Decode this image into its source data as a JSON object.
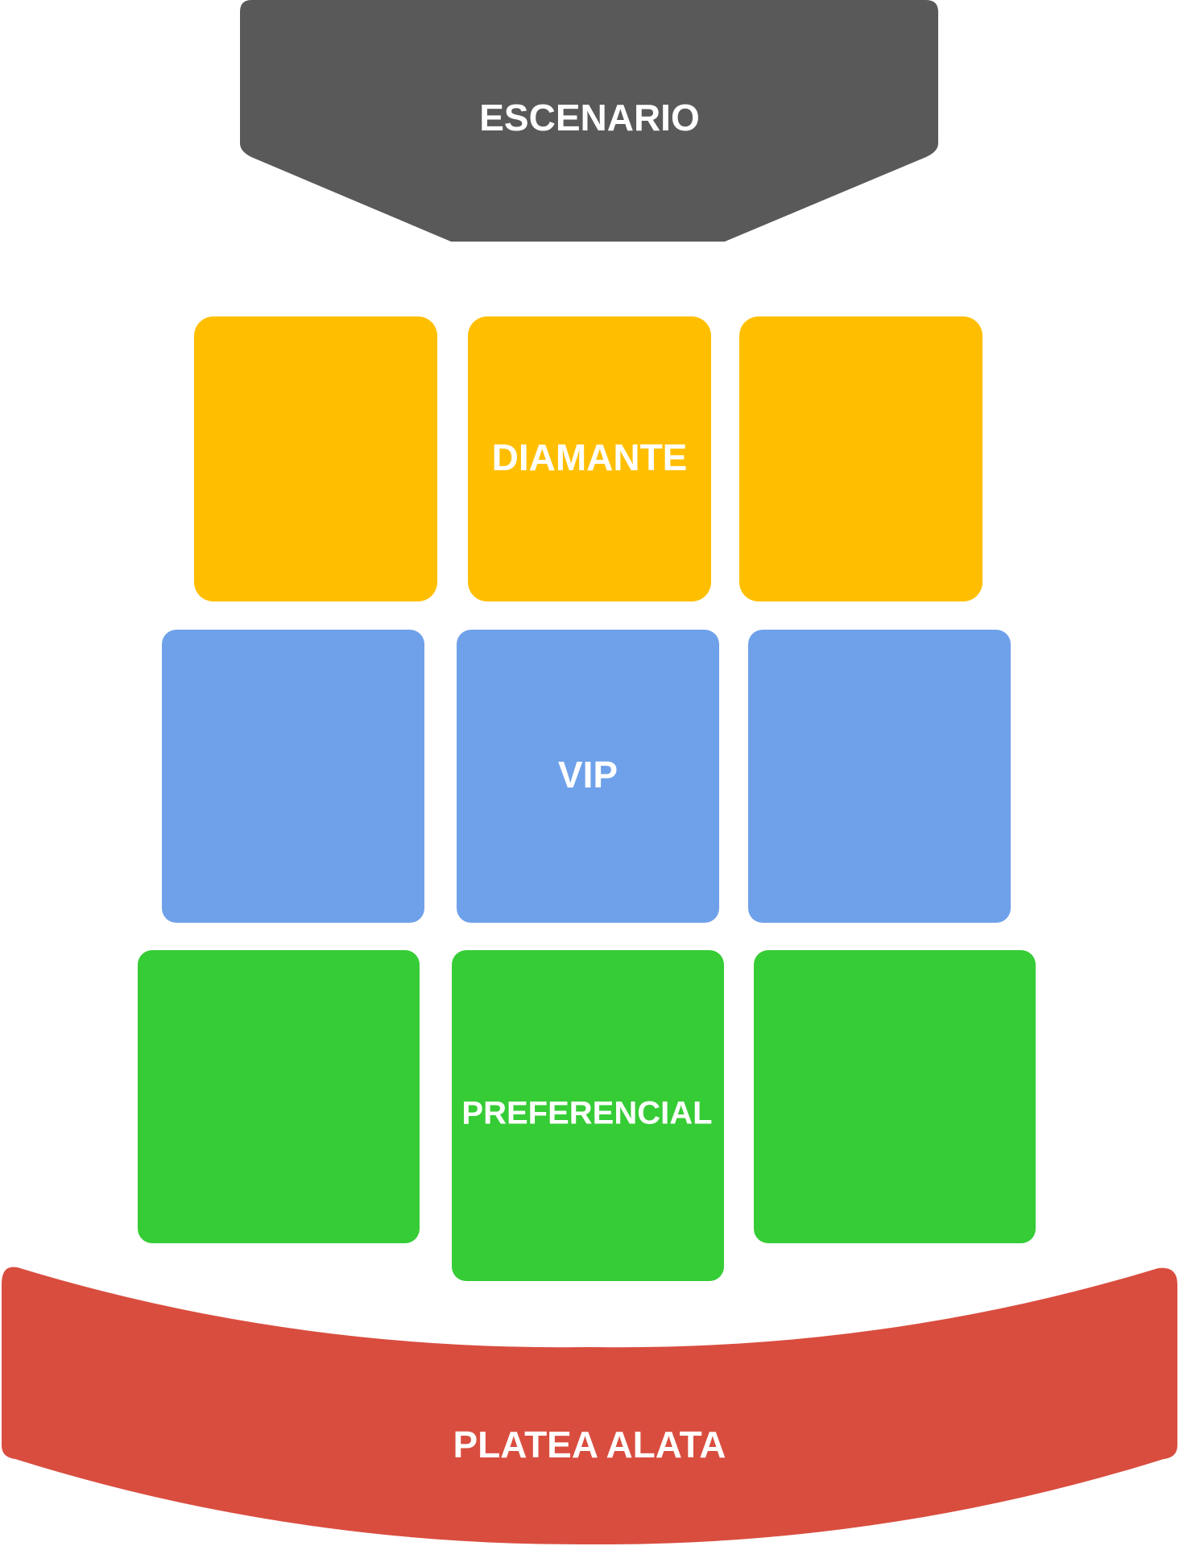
{
  "stage": {
    "label": "ESCENARIO",
    "color": "#595959"
  },
  "zones": {
    "diamante": {
      "label": "DIAMANTE",
      "color": "#FFBF00",
      "blocks": 3
    },
    "vip": {
      "label": "VIP",
      "color": "#6FA1EA",
      "blocks": 3
    },
    "preferencial": {
      "label": "PREFERENCIAL",
      "color": "#36CC36",
      "blocks": 3
    },
    "platea_alata": {
      "label": "PLATEA ALATA",
      "color": "#D94D3F"
    }
  }
}
